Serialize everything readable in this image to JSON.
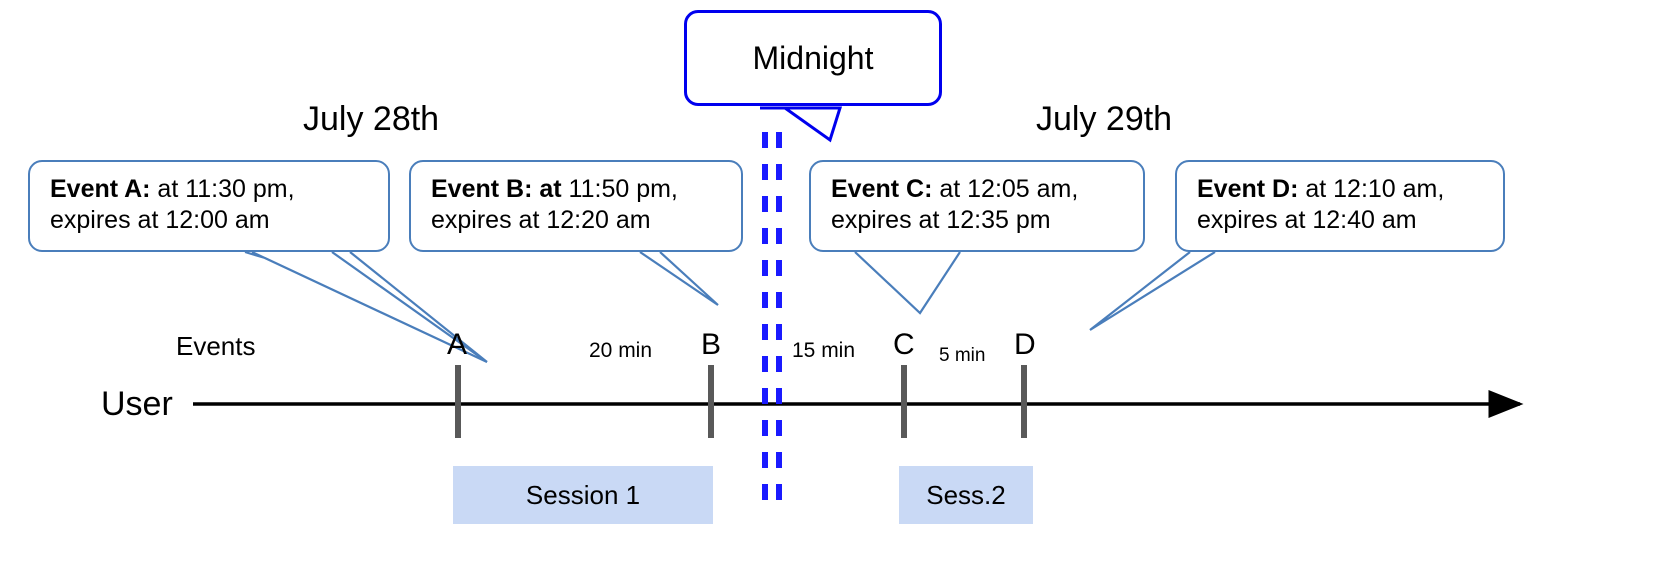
{
  "diagram": {
    "title_boxes": {
      "midnight": "Midnight"
    },
    "dates": [
      {
        "label": "July 28th"
      },
      {
        "label": "July 29th"
      }
    ],
    "callouts": [
      {
        "id": "event-a",
        "bold": "Event A:",
        "rest_line1": " at 11:30 pm,",
        "line2": "expires at 12:00 am"
      },
      {
        "id": "event-b",
        "bold": "Event B: at",
        "rest_line1": " 11:50 pm,",
        "line2": "expires at 12:20 am"
      },
      {
        "id": "event-c",
        "bold": "Event C:",
        "rest_line1": " at 12:05 am,",
        "line2": "expires at 12:35 pm"
      },
      {
        "id": "event-d",
        "bold": "Event D:",
        "rest_line1": "  at 12:10 am,",
        "line2": "expires at 12:40 am"
      }
    ],
    "axis": {
      "user_label": "User",
      "events_label": "Events"
    },
    "event_markers": [
      {
        "letter": "A"
      },
      {
        "letter": "B"
      },
      {
        "letter": "C"
      },
      {
        "letter": "D"
      }
    ],
    "gaps": [
      {
        "label": "20 min"
      },
      {
        "label": "15 min"
      },
      {
        "label": "5 min"
      }
    ],
    "sessions": [
      {
        "label": "Session 1"
      },
      {
        "label": "Sess.2"
      }
    ],
    "colors": {
      "callout_border": "#4a7ebb",
      "midnight_border": "#0000ee",
      "midnight_dash": "#1a1aff",
      "session_fill": "#c9d9f5",
      "timeline": "#000000",
      "tick": "#595959"
    }
  }
}
